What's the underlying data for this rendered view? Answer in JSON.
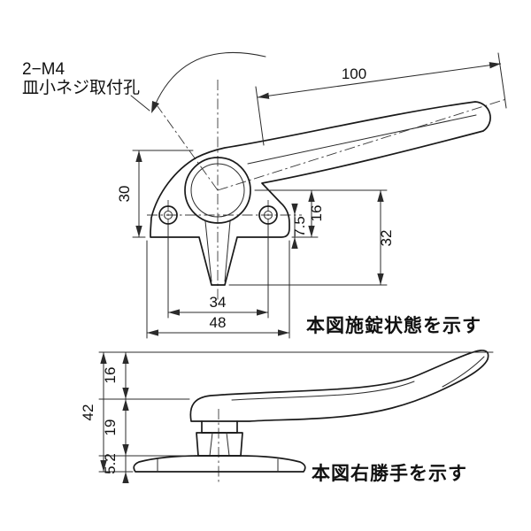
{
  "page": {
    "background": "#ffffff",
    "ink_color": "#1a1a1a"
  },
  "front_view": {
    "note": {
      "line1": "2−M4",
      "line2": "皿小ネジ取付孔"
    },
    "dims": {
      "d100": "100",
      "d30": "30",
      "d16": "16",
      "d7_5": "7.5",
      "d32": "32",
      "d34": "34",
      "d48": "48"
    },
    "caption": "本図施錠状態を示す"
  },
  "side_view": {
    "dims": {
      "d16": "16",
      "d42": "42",
      "d19": "19",
      "d5_2": "5.2"
    },
    "caption": "本図右勝手を示す"
  }
}
